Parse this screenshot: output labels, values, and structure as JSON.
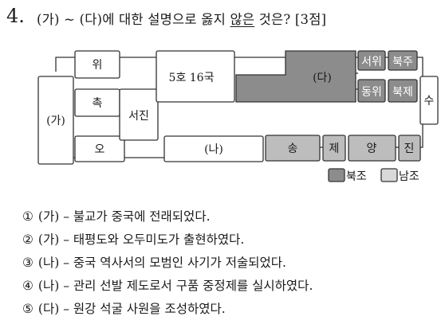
{
  "question": {
    "number": "4.",
    "text_before": "(가) ~ (다)에 대한 설명으로 옳지 ",
    "underlined": "않은",
    "text_after": " 것은? [3점]"
  },
  "diagram": {
    "ga": "(가)",
    "wi": "위",
    "chok": "촉",
    "o": "오",
    "seojin": "서진",
    "hojo": "5호 16국",
    "da": "(다)",
    "seowi": "서위",
    "bukju": "북주",
    "dongwi": "동위",
    "bukje": "북제",
    "su": "수",
    "na": "(나)",
    "song": "송",
    "je": "제",
    "yang": "양",
    "jin": "진"
  },
  "legend": {
    "north": "북조",
    "south": "남조"
  },
  "choices": [
    {
      "num": "①",
      "text": "(가) – 불교가 중국에 전래되었다."
    },
    {
      "num": "②",
      "text": "(가) – 태평도와 오두미도가 출현하였다."
    },
    {
      "num": "③",
      "text": "(나) – 중국 역사서의 모범인 사기가 저술되었다."
    },
    {
      "num": "④",
      "text": "(나) – 관리 선발 제도로서 구품 중정제를 실시하였다."
    },
    {
      "num": "⑤",
      "text": "(다) – 원강 석굴 사원을 조성하였다."
    }
  ]
}
